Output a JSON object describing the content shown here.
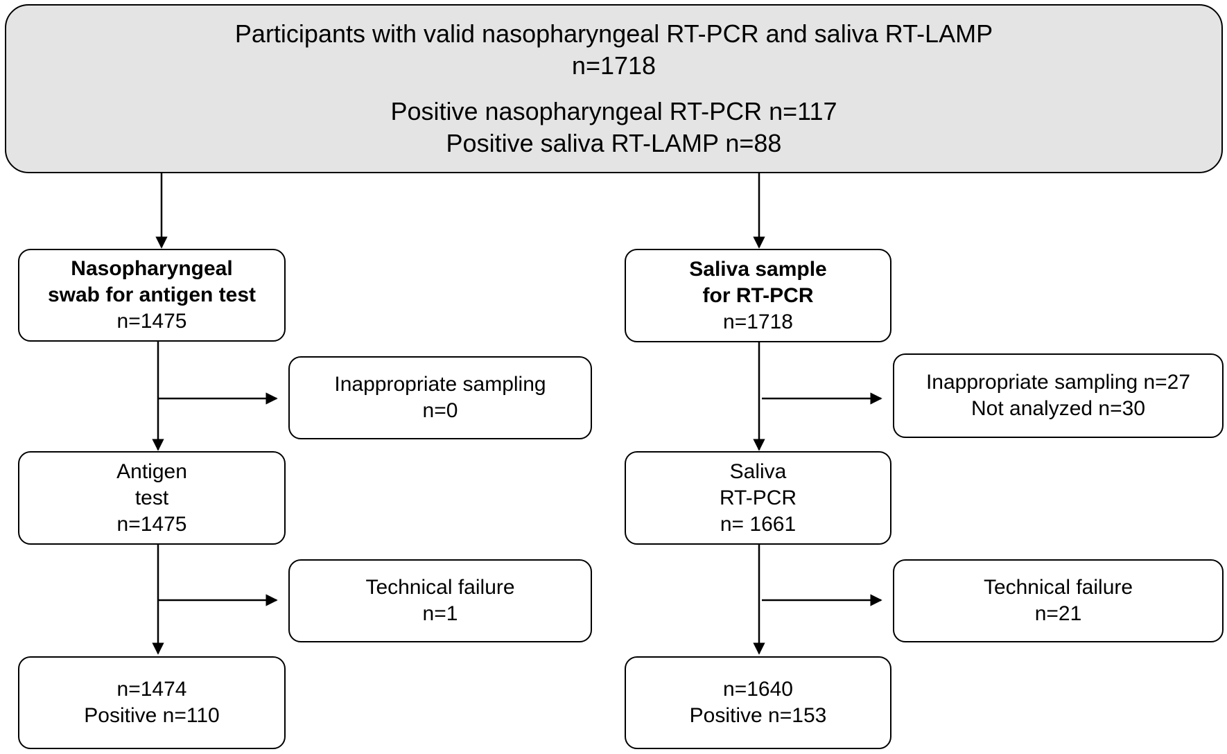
{
  "top": {
    "line1": "Participants with valid nasopharyngeal RT-PCR and saliva RT-LAMP",
    "line2": "n=1718",
    "line3": "Positive nasopharyngeal RT-PCR n=117",
    "line4": "Positive saliva RT-LAMP n=88"
  },
  "left": {
    "start": {
      "title1": "Nasopharyngeal",
      "title2": "swab for antigen test",
      "n": "n=1475"
    },
    "excl1": {
      "line1": "Inappropriate sampling",
      "line2": "n=0"
    },
    "mid": {
      "line1": "Antigen",
      "line2": "test",
      "line3": "n=1475"
    },
    "excl2": {
      "line1": "Technical failure",
      "line2": "n=1"
    },
    "final": {
      "line1": "n=1474",
      "line2": "Positive n=110"
    }
  },
  "right": {
    "start": {
      "title1": "Saliva sample",
      "title2": "for RT-PCR",
      "n": "n=1718"
    },
    "excl1": {
      "line1": "Inappropriate sampling n=27",
      "line2": "Not analyzed n=30"
    },
    "mid": {
      "line1": "Saliva",
      "line2": "RT-PCR",
      "line3": "n= 1661"
    },
    "excl2": {
      "line1": "Technical failure",
      "line2": "n=21"
    },
    "final": {
      "line1": "n=1640",
      "line2": "Positive n=153"
    }
  }
}
